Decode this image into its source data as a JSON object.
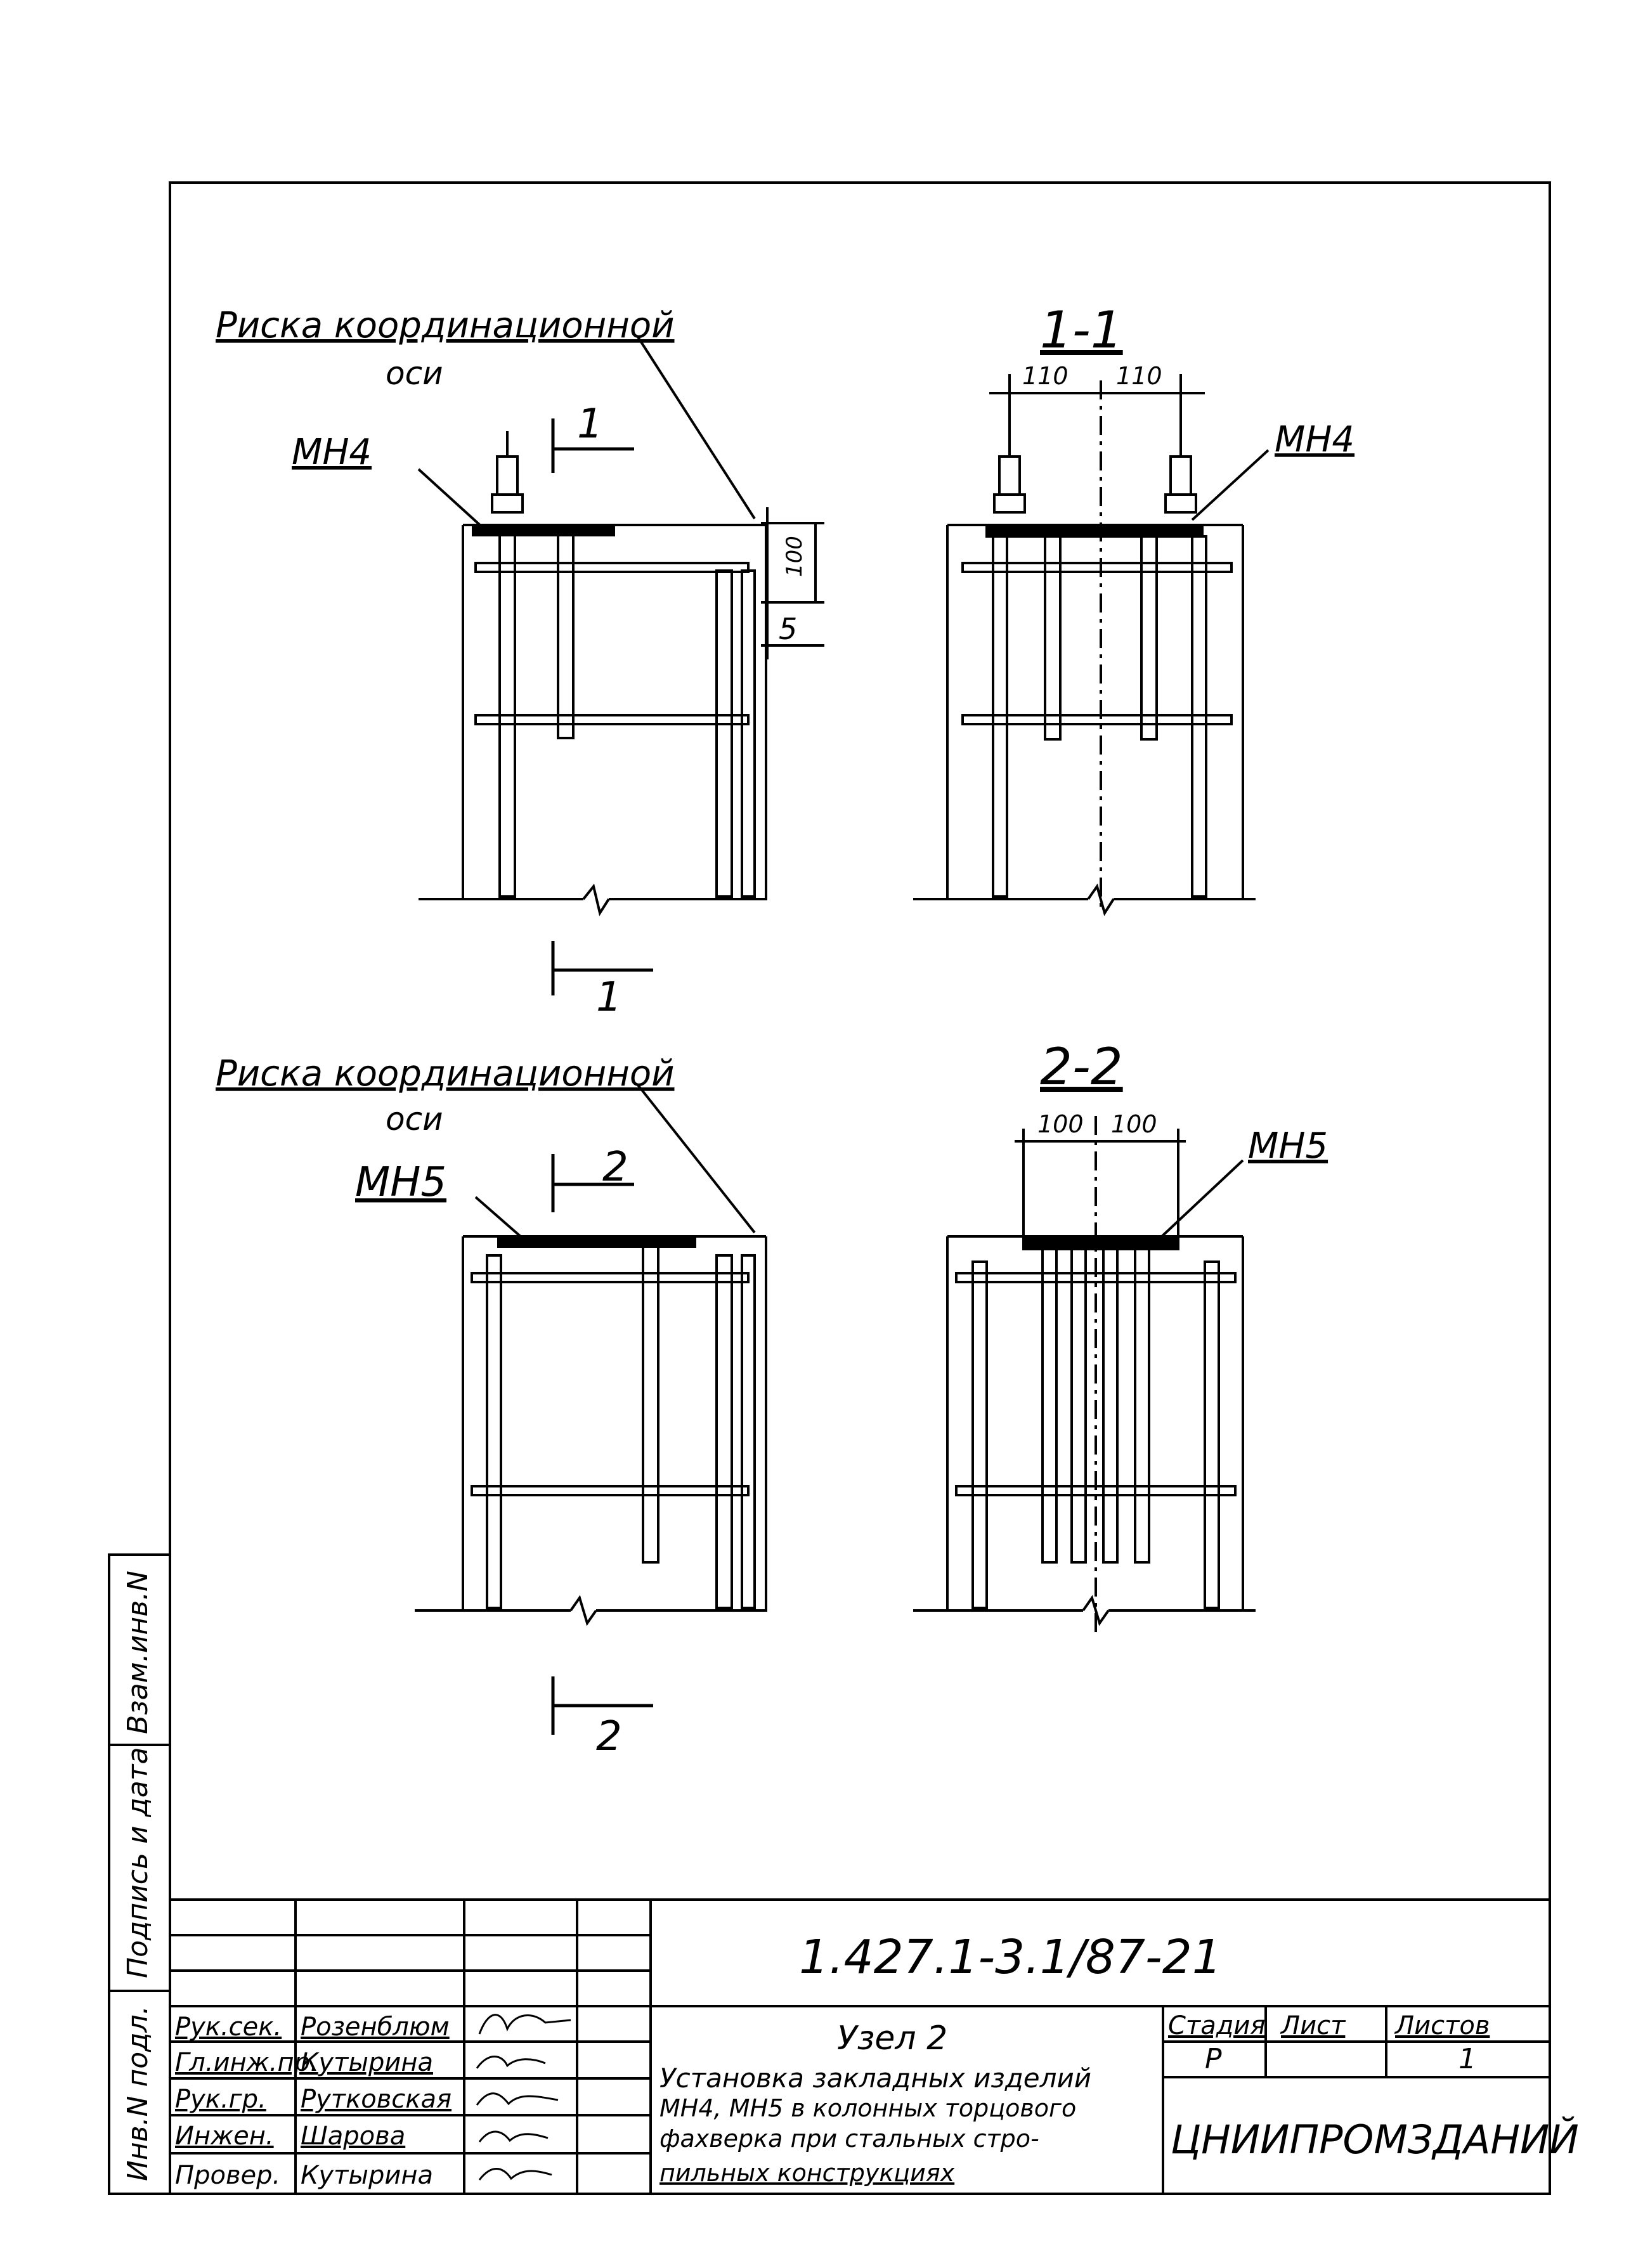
{
  "views": {
    "plan1": {
      "axis_note_line1": "Риска координационной",
      "axis_note_line2": "оси",
      "part": "МН4",
      "cut_mark_top": "1",
      "cut_mark_bottom": "1",
      "dim_height": "100",
      "dim_gap": "5"
    },
    "section1": {
      "title": "1-1",
      "part": "МН4",
      "dim_left": "110",
      "dim_right": "110"
    },
    "plan2": {
      "axis_note_line1": "Риска координационной",
      "axis_note_line2": "оси",
      "part": "МН5",
      "cut_mark_top": "2",
      "cut_mark_bottom": "2"
    },
    "section2": {
      "title": "2-2",
      "part": "МН5",
      "dim_left": "100",
      "dim_right": "100"
    }
  },
  "side_stamp": {
    "field1": "Инв.N подл.",
    "field2": "Подпись и дата",
    "field3": "Взам.инв.N"
  },
  "title_block": {
    "doc_code": "1.427.1-3.1/87-21",
    "staff": [
      {
        "role": "Рук.сек.",
        "name": "Розенблюм"
      },
      {
        "role": "Гл.инж.пр.",
        "name": "Кутырина"
      },
      {
        "role": "Рук.гр.",
        "name": "Рутковская"
      },
      {
        "role": "Инжен.",
        "name": "Шарова"
      },
      {
        "role": "Провер.",
        "name": "Кутырина"
      }
    ],
    "sheet_title_line1": "Узел 2",
    "sheet_title_line2": "Установка закладных изделий",
    "sheet_title_line3": "МН4, МН5 в колонных торцового",
    "sheet_title_line4": "фахверка при стальных стро-",
    "sheet_title_line5": "пильных конструкциях",
    "stage_label": "Стадия",
    "sheet_label": "Лист",
    "sheets_label": "Листов",
    "stage_value": "Р",
    "sheet_value": "",
    "sheets_value": "1",
    "org": "ЦНИИПРОМЗДАНИЙ"
  }
}
